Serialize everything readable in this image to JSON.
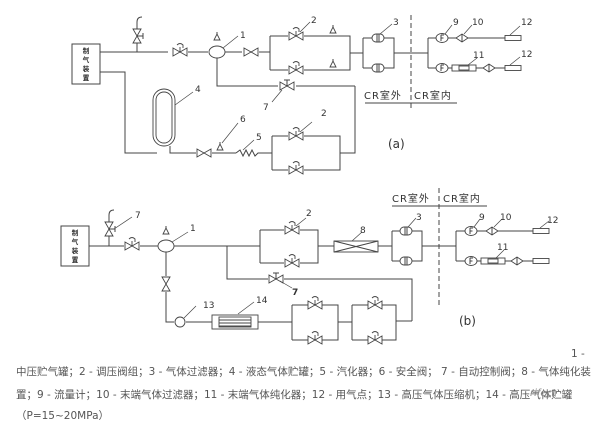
{
  "diagram": {
    "device_label": [
      "制",
      "气",
      "装",
      "置"
    ],
    "panel_a": {
      "tag": "(a)",
      "numbers": {
        "n1": "1",
        "n2a": "2",
        "n2b": "2",
        "n3": "3",
        "n4": "4",
        "n5": "5",
        "n6": "6",
        "n7": "7",
        "n9": "9",
        "n10": "10",
        "n11": "11",
        "n12a": "12",
        "n12b": "12"
      },
      "zone_outside": "CR室外",
      "zone_inside": "CR室内"
    },
    "panel_b": {
      "tag": "(b)",
      "numbers": {
        "n1": "1",
        "n2": "2",
        "n3": "3",
        "n7a": "7",
        "n7b": "7",
        "n8": "8",
        "n9": "9",
        "n10": "10",
        "n11": "11",
        "n12": "12",
        "n13": "13",
        "n14": "14"
      },
      "zone_outside": "CR室外",
      "zone_inside": "CR室内"
    }
  },
  "caption": {
    "prefix": "1 -",
    "line1": "中压贮气罐；2 - 调压阀组；3 - 气体过滤器；4 - 液态气体贮罐；5 - 汽化器；6 - 安全阀； 7 - 自动控制阀；8 - 气体纯化装",
    "line2": "置；9 - 流量计；10 - 末端气体过滤器；11 - 末端气体纯化器；12 - 用气点；13 - 高压气体压缩机；14 - 高压气体贮罐",
    "line3": "（P=15~20MPa）"
  },
  "watermark": "rifect"
}
